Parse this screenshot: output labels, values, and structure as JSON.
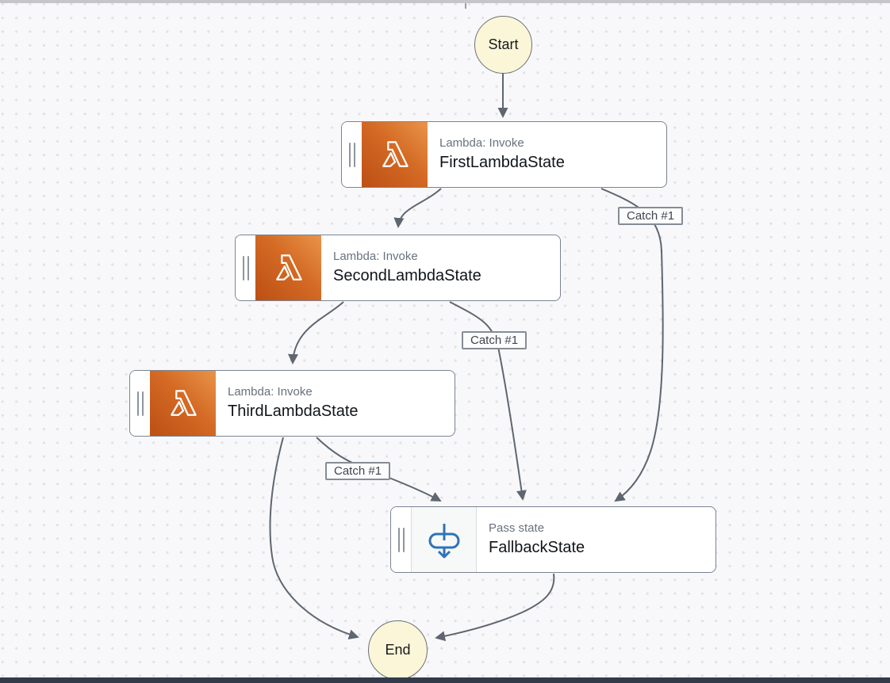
{
  "diagram": {
    "start_label": "Start",
    "end_label": "End",
    "states": [
      {
        "id": "first",
        "type_label": "Lambda: Invoke",
        "name": "FirstLambdaState",
        "icon": "lambda-icon"
      },
      {
        "id": "second",
        "type_label": "Lambda: Invoke",
        "name": "SecondLambdaState",
        "icon": "lambda-icon"
      },
      {
        "id": "third",
        "type_label": "Lambda: Invoke",
        "name": "ThirdLambdaState",
        "icon": "lambda-icon"
      },
      {
        "id": "fallback",
        "type_label": "Pass state",
        "name": "FallbackState",
        "icon": "pass-icon"
      }
    ],
    "edge_labels": [
      {
        "id": "catch-first",
        "text": "Catch #1"
      },
      {
        "id": "catch-second",
        "text": "Catch #1"
      },
      {
        "id": "catch-third",
        "text": "Catch #1"
      }
    ],
    "colors": {
      "canvas_background": "#f8f8fa",
      "grid_dot": "#dfe0e4",
      "edge": "#5f6670",
      "node_border": "#7b8492",
      "terminal_fill": "#fcf6d8",
      "lambda_gradient_start": "#bc4f15",
      "lambda_gradient_end": "#e9944a",
      "pass_icon_blue": "#2e73b8",
      "bottom_bar": "#313b49"
    }
  }
}
